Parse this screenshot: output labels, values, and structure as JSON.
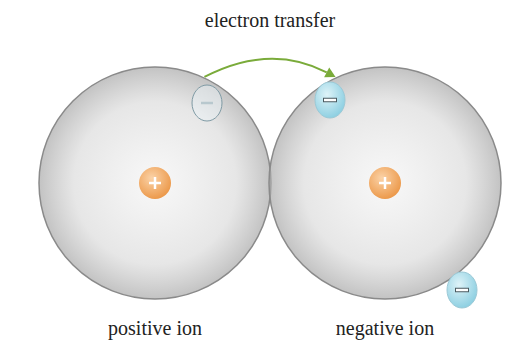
{
  "diagram": {
    "nodes": [
      {
        "text": [
          "positive ion"
        ]
      },
      {
        "text": [
          "negative ion"
        ]
      }
    ],
    "edges": [
      {
        "from": 0,
        "to": 1,
        "arrow": "to",
        "label": "electron transfer"
      }
    ]
  }
}
